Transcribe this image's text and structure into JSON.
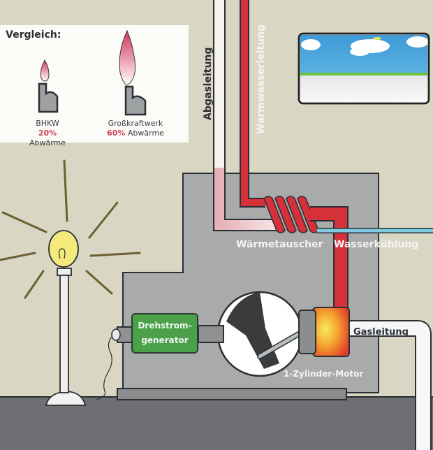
{
  "legend": {
    "title": "Vergleich:",
    "items": [
      {
        "name": "BHKW",
        "percent": "20%",
        "suffix": "Abwärme"
      },
      {
        "name": "Großkraftwerk",
        "percent": "60%",
        "suffix": "Abwärme"
      }
    ]
  },
  "labels": {
    "exhaust_pipe": "Abgasleitung",
    "hot_water_pipe": "Warmwasserleitung",
    "heat_exchanger": "Wärmetauscher",
    "water_cooling": "Wasserkühlung",
    "generator_line1": "Drehstrom-",
    "generator_line2": "generator",
    "gas_pipe": "Gasleitung",
    "engine": "1-Zylinder-Motor"
  },
  "colors": {
    "hot_water": "#d6303a",
    "cooling_water": "#7fcbe0",
    "generator": "#4aa14a",
    "housing": "#a9aaaa",
    "floor": "#6e6f72",
    "wall": "#d9d7c4",
    "bulb": "#f3ea7a",
    "sky": "#4aa3d8"
  }
}
